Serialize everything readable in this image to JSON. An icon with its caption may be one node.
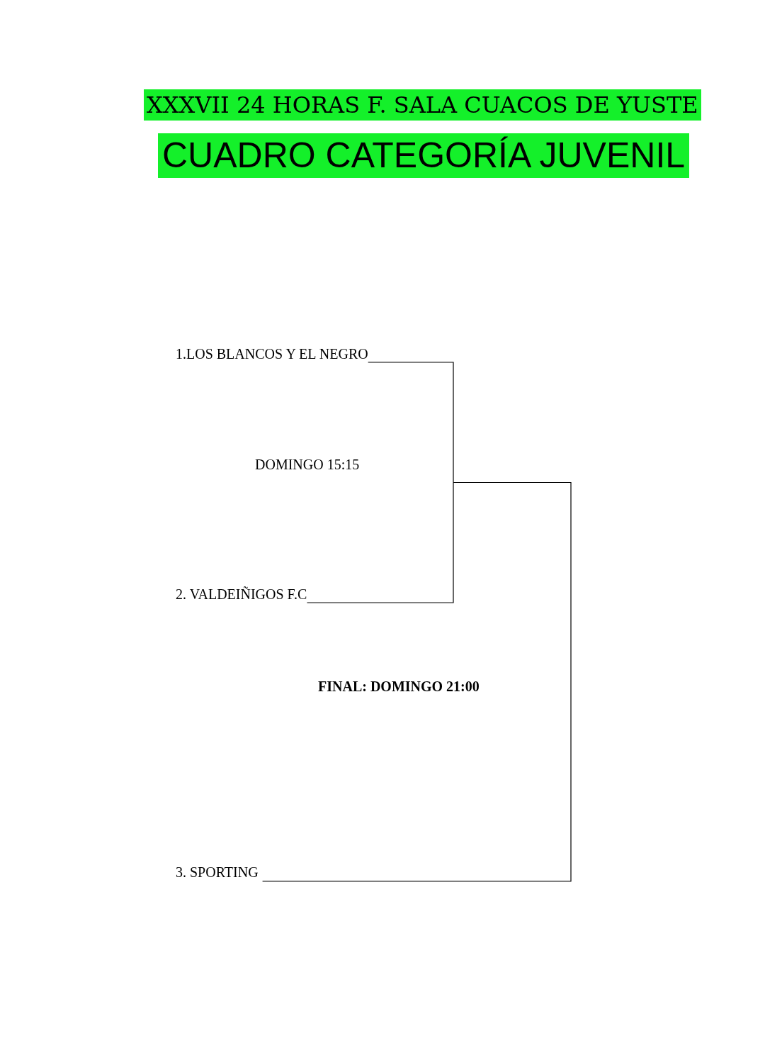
{
  "diagram": {
    "title": "XXXVII 24 HORAS F. SALA CUACOS DE YUSTE",
    "nodes": [
      {
        "text": [
          "1.LOS BLANCOS Y EL NEGRO"
        ]
      },
      {
        "text": [
          "2. VALDEIÑIGOS F.C"
        ]
      },
      {
        "text": [
          "3. SPORTING"
        ]
      }
    ],
    "edges": [
      {
        "from": 0,
        "to": 2,
        "arrow": "none"
      },
      {
        "from": 1,
        "to": 2,
        "arrow": "none"
      }
    ],
    "labels": [
      "CUADRO CATEGORÍA JUVENIL",
      "DOMINGO 15:15",
      "FINAL: DOMINGO 21:00"
    ]
  }
}
